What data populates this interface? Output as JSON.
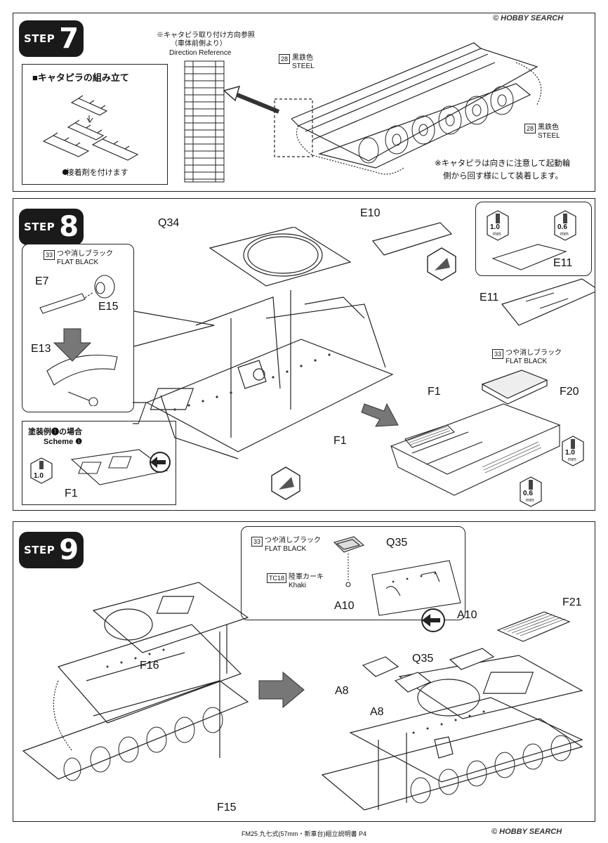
{
  "step7": {
    "word": "STEP",
    "number": "7",
    "track_box_title": "■キャタピラの組み立て",
    "glue_note": "●接着剤を付けます",
    "direction_ref_jp1": "※キャタピラ取り付け方向参照",
    "direction_ref_jp2": "（車体前側より）",
    "direction_ref_en": "Direction Reference",
    "paint_a": {
      "num": "28",
      "jp": "黒鉄色",
      "en": "STEEL"
    },
    "paint_b": {
      "num": "28",
      "jp": "黒鉄色",
      "en": "STEEL"
    },
    "note_line1": "※キャタピラは向きに注意して起動輪",
    "note_line2": "側から回す様にして装着します。"
  },
  "step8": {
    "word": "STEP",
    "number": "8",
    "paint_flat_black_1": {
      "num": "33",
      "jp": "つや消しブラック",
      "en": "FLAT BLACK"
    },
    "paint_flat_black_2": {
      "num": "33",
      "jp": "つや消しブラック",
      "en": "FLAT BLACK"
    },
    "parts": {
      "q34": "Q34",
      "e10": "E10",
      "e7": "E7",
      "e15": "E15",
      "e13": "E13",
      "e11_top": "E11",
      "e11_main": "E11",
      "f1_main": "F1",
      "f1_right": "F1",
      "f1_scheme": "F1",
      "f20": "F20"
    },
    "thickness": {
      "t1": "1.0",
      "t2": "0.6",
      "t3": "1.0",
      "t4": "1.0",
      "t5": "0.6",
      "unit": "mm"
    },
    "scheme_jp": "塗装例❶の場合",
    "scheme_en": "Scheme ❶"
  },
  "step9": {
    "word": "STEP",
    "number": "9",
    "paint_flat_black": {
      "num": "33",
      "jp": "つや消しブラック",
      "en": "FLAT BLACK"
    },
    "paint_khaki": {
      "num": "TC18",
      "jp": "陸軍カーキ",
      "en": "Khaki"
    },
    "parts": {
      "q35_inset": "Q35",
      "a10_inset": "A10",
      "a10_main": "A10",
      "f21": "F21",
      "q35_main": "Q35",
      "a8_left": "A8",
      "a8_right": "A8",
      "f16": "F16",
      "f15": "F15"
    }
  },
  "footer": "FM25 九七式(57mm・新車台)組立説明書 P4",
  "watermark": {
    "top": "© HOBBY SEARCH",
    "bottom": "© HOBBY SEARCH"
  }
}
